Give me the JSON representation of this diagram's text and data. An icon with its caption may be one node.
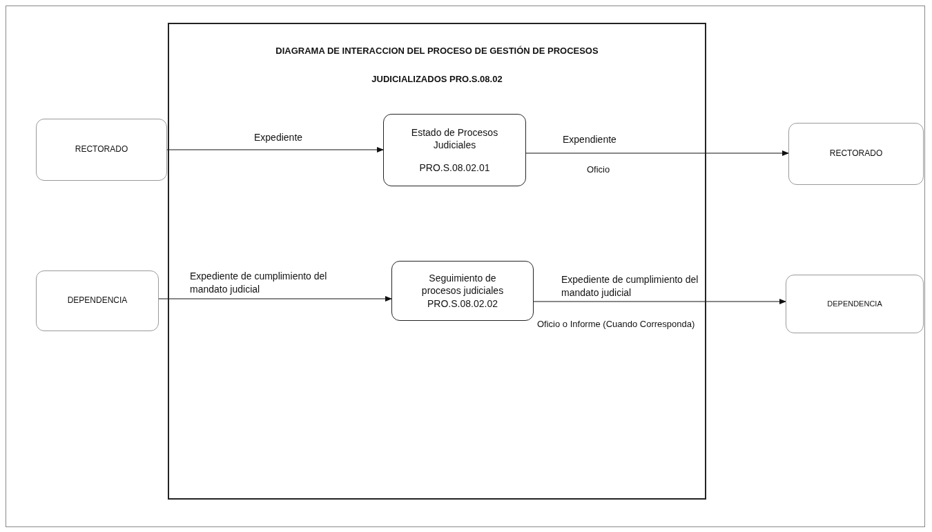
{
  "diagram": {
    "nodes": [
      {
        "text": [
          "DIAGRAMA DE INTERACCION DEL PROCESO DE GESTIÓN DE PROCESOS JUDICIALIZADOS PRO.S.08.02"
        ]
      },
      {
        "text": [
          "RECTORADO"
        ]
      },
      {
        "text": [
          "Estado de Procesos Judiciales",
          "PRO.S.08.02.01"
        ],
        "in": 0
      },
      {
        "text": [
          "RECTORADO"
        ]
      },
      {
        "text": [
          "DEPENDENCIA"
        ]
      },
      {
        "text": [
          "Seguimiento de procesos judiciales",
          "PRO.S.08.02.02"
        ],
        "in": 0
      },
      {
        "text": [
          "DEPENDENCIA"
        ]
      }
    ],
    "edges": [
      {
        "from": 1,
        "to": 2,
        "arrow": "to",
        "label": "Expediente"
      },
      {
        "from": 2,
        "to": 3,
        "arrow": "to",
        "label": "Expendiente"
      },
      {
        "from": 4,
        "to": 5,
        "arrow": "to",
        "label": "Expediente de cumplimiento del mandato judicial"
      },
      {
        "from": 5,
        "to": 6,
        "arrow": "to",
        "label": "Expediente de cumplimiento del mandato judicial"
      }
    ],
    "labels": [
      "Oficio",
      "Oficio o Informe (Cuando Corresponda)"
    ]
  }
}
